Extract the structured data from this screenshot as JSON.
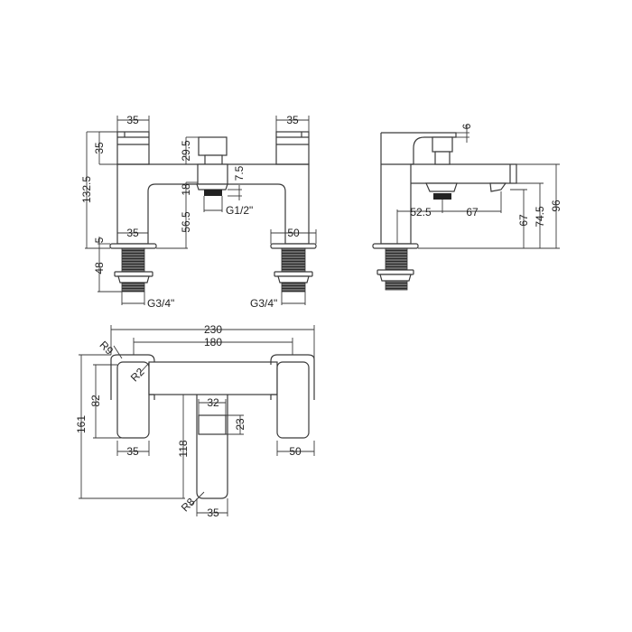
{
  "drawing": {
    "front_view": {
      "handle_width_left": "35",
      "handle_width_right": "35",
      "handle_height": "35",
      "diverter_height": "29.5",
      "diverter_offset": "7.5",
      "outlet_height": "18",
      "outlet_thread": "G1/2\"",
      "overall_height": "132.5",
      "leg_width_left": "35",
      "leg_width_right": "50",
      "clearance": "56.5",
      "flange": "5",
      "shank_length": "48",
      "thread_left": "G3/4\"",
      "thread_right": "G3/4\""
    },
    "side_view": {
      "top_offset": "6",
      "outlet_to_body": "52.5",
      "outlet_spacing": "67",
      "spout_height": "67",
      "spout_top": "74.5",
      "overall_height": "96"
    },
    "top_view": {
      "overall_width": "230",
      "centres": "180",
      "radius_outer": "R9",
      "radius_inner": "R2",
      "handle_depth": "82",
      "overall_depth": "161",
      "diverter_width": "32",
      "diverter_depth": "23",
      "spout_depth": "118",
      "spout_radius": "R8",
      "spout_width": "35",
      "left_handle_width": "35",
      "right_handle_width": "50"
    }
  }
}
